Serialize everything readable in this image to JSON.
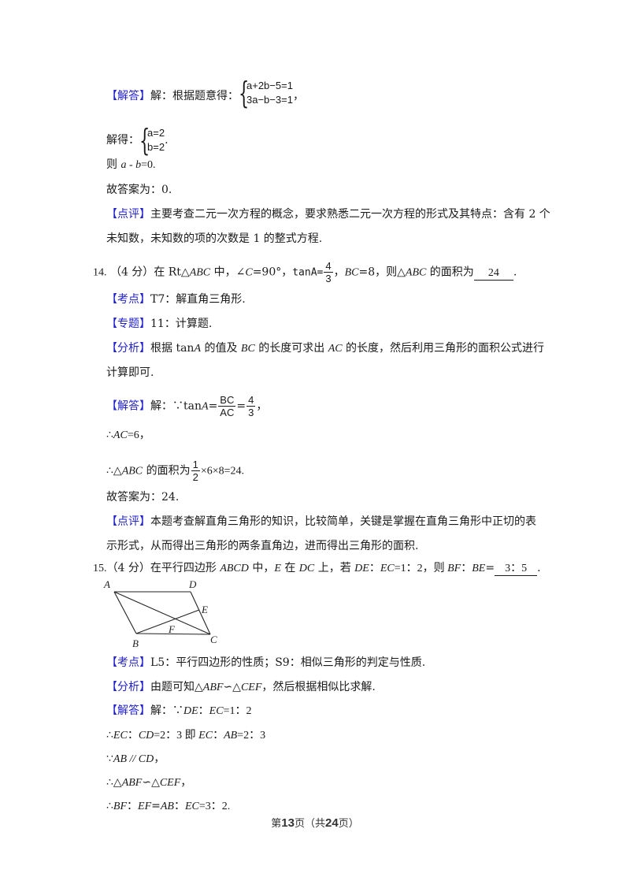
{
  "q13": {
    "answer_tag": "【解答】",
    "answer_intro": "解：根据题意得：",
    "system1": [
      "a+2b−5=1",
      "3a−b−3=1"
    ],
    "system1_suffix": "，",
    "solve_label": "解得：",
    "system2": [
      "a=2",
      "b=2"
    ],
    "system2_suffix": ".",
    "then_prefix": "则 ",
    "then_expr": "a - b",
    "then_result": "=0.",
    "final": "故答案为：0.",
    "comment_tag": "【点评】",
    "comment_line1": "主要考查二元一次方程的概念，要求熟悉二元一次方程的形式及其特点：含有 2 个",
    "comment_line2": "未知数，未知数的项的次数是 1 的整式方程."
  },
  "q14": {
    "number": "14.",
    "score": "（4 分）",
    "stem_a": "在 Rt△",
    "stem_abc": "ABC",
    "stem_b": " 中，∠",
    "stem_c": "C",
    "stem_c2": "=90°，",
    "tan_label": "tanA=",
    "tan_num": "4",
    "tan_den": "3",
    "stem_d": "，",
    "stem_bc": "BC",
    "stem_e": "=8，则△",
    "stem_abc2": "ABC",
    "stem_f": " 的面积为",
    "answer": "24",
    "stem_end": ".",
    "kaodian_tag": "【考点】",
    "kaodian": "T7：解直角三角形.",
    "zhuanti_tag": "【专题】",
    "zhuanti": "11：计算题.",
    "fenxi_tag": "【分析】",
    "fenxi_line1_a": "根据 tan",
    "fenxi_A": "A",
    "fenxi_line1_b": " 的值及 ",
    "fenxi_BC": "BC",
    "fenxi_line1_c": " 的长度可求出 ",
    "fenxi_AC": "AC",
    "fenxi_line1_d": " 的长度，然后利用三角形的面积公式进行",
    "fenxi_line2": "计算即可.",
    "answer_tag": "【解答】",
    "answer_intro": "解：∵tan",
    "answer_A": "A",
    "answer_eq": "=",
    "frac_bc_top": "BC",
    "frac_bc_bot": "AC",
    "frac_43_top": "4",
    "frac_43_bot": "3",
    "answer_comma": "，",
    "step2_pre": "∴",
    "step2_var": "AC",
    "step2_val": "=6，",
    "step3_pre": "∴△",
    "step3_var": "ABC",
    "step3_mid": " 的面积为",
    "half_top": "1",
    "half_bot": "2",
    "step3_tail": "×6×8=24.",
    "final": "故答案为：24.",
    "comment_tag": "【点评】",
    "comment_line1": "本题考查解直角三角形的知识，比较简单，关键是掌握在直角三角形中正切的表",
    "comment_line2": "示形式，从而得出三角形的两条直角边，进而得出三角形的面积."
  },
  "q15": {
    "number": "15.",
    "score": "（4 分）",
    "stem_a": "在平行四边形 ",
    "stem_ABCD": "ABCD",
    "stem_b": " 中，",
    "stem_E": "E",
    "stem_c": " 在 ",
    "stem_DC": "DC",
    "stem_d": " 上，若 ",
    "stem_DE": "DE",
    "stem_e": "：",
    "stem_EC": "EC",
    "stem_f": "=1：2，则 ",
    "stem_BF": "BF",
    "stem_g": "：",
    "stem_BE": "BE",
    "stem_h": "=",
    "answer": "3：5",
    "stem_end": ".",
    "figure": {
      "labels": {
        "A": "A",
        "B": "B",
        "C": "C",
        "D": "D",
        "E": "E",
        "F": "F"
      }
    },
    "kaodian_tag": "【考点】",
    "kaodian": "L5：平行四边形的性质；S9：相似三角形的判定与性质.",
    "fenxi_tag": "【分析】",
    "fenxi_a": "由题可知△",
    "fenxi_ABF": "ABF",
    "fenxi_sim": "∽△",
    "fenxi_CEF": "CEF",
    "fenxi_b": "，然后根据相似比求解.",
    "answer_tag": "【解答】",
    "ans1_a": "解：∵",
    "ans1_DE": "DE",
    "ans1_b": "：",
    "ans1_EC": "EC",
    "ans1_c": "=1：2",
    "ans2_a": "∴",
    "ans2_EC": "EC",
    "ans2_b": "：",
    "ans2_CD": "CD",
    "ans2_c": "=2：3 即 ",
    "ans2_EC2": "EC",
    "ans2_d": "：",
    "ans2_AB": "AB",
    "ans2_e": "=2：3",
    "ans3_a": "∵",
    "ans3_expr": "AB // CD",
    "ans3_b": "，",
    "ans4_a": "∴△",
    "ans4_ABF": "ABF",
    "ans4_sim": "∽△",
    "ans4_CEF": "CEF",
    "ans4_b": "，",
    "ans5_a": "∴",
    "ans5_BF": "BF",
    "ans5_b": "：",
    "ans5_EF": "EF",
    "ans5_c": "=",
    "ans5_AB": "AB",
    "ans5_d": "：",
    "ans5_EC": "EC",
    "ans5_e": "=3：2."
  },
  "footer": {
    "prefix": "第",
    "page": "13",
    "mid": "页（共",
    "total": "24",
    "suffix": "页）"
  },
  "colors": {
    "tag_blue": "#2222cc",
    "text": "#1a1a1a"
  }
}
